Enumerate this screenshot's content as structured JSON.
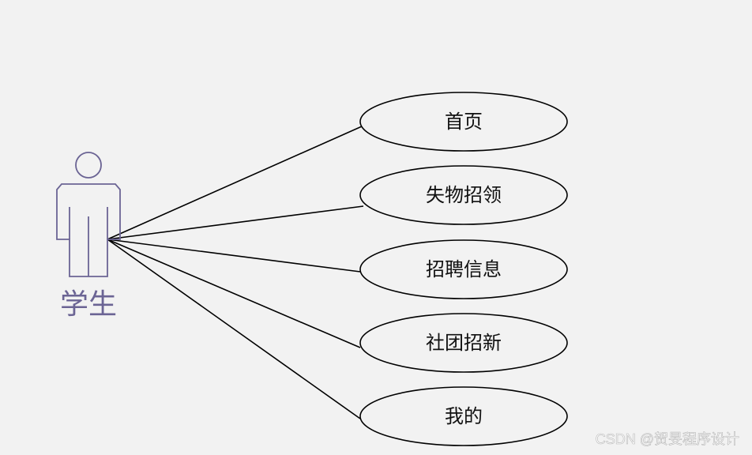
{
  "diagram": {
    "actor": {
      "label": "学生"
    },
    "use_cases": [
      {
        "label": "首页"
      },
      {
        "label": "失物招领"
      },
      {
        "label": "招聘信息"
      },
      {
        "label": "社团招新"
      },
      {
        "label": "我的"
      }
    ]
  },
  "watermark": {
    "text": "CSDN @贺旻程序设计"
  },
  "colors": {
    "background": "#f2f2f2",
    "actor_stroke": "#6b6494",
    "line": "#000000",
    "ellipse_stroke": "#000000",
    "ellipse_fill": "#f2f2f2",
    "watermark": "#ffffff"
  }
}
